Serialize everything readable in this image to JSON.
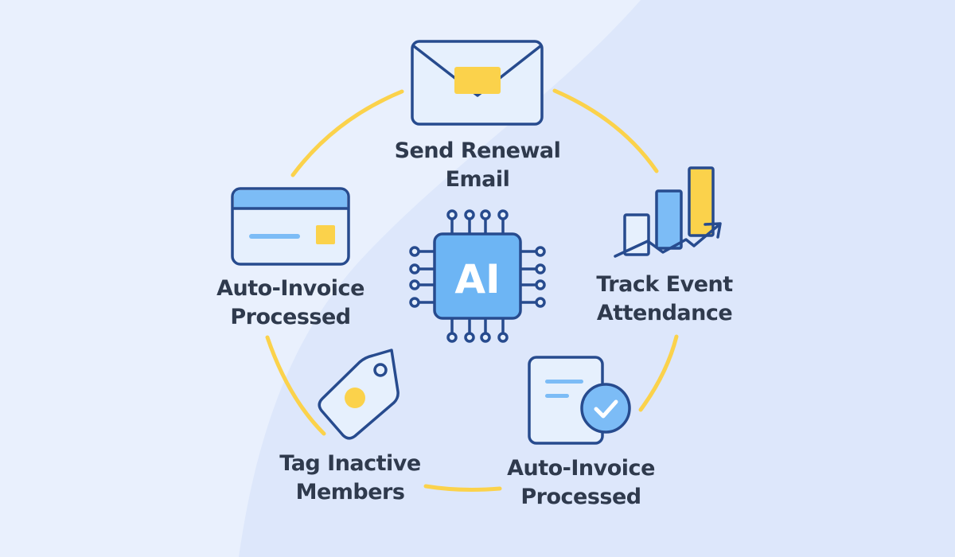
{
  "center": {
    "text": "AI",
    "icon": "ai-chip-icon"
  },
  "nodes": [
    {
      "id": "send-renewal-email",
      "icon": "envelope-icon",
      "lines": [
        "Send Renewal",
        "Email"
      ]
    },
    {
      "id": "track-event-attendance",
      "icon": "bar-chart-trend-icon",
      "lines": [
        "Track Event",
        "Attendance"
      ]
    },
    {
      "id": "auto-invoice-processed-right",
      "icon": "document-check-icon",
      "lines": [
        "Auto-Invoice",
        "Processed"
      ]
    },
    {
      "id": "tag-inactive-members",
      "icon": "tag-icon",
      "lines": [
        "Tag Inactive",
        "Members"
      ]
    },
    {
      "id": "auto-invoice-processed-left",
      "icon": "credit-card-icon",
      "lines": [
        "Auto-Invoice",
        "Processed"
      ]
    }
  ],
  "colors": {
    "background": "#e9f0fd",
    "background_shape": "#dde7fb",
    "outline": "#274b8e",
    "fill_light": "#e6f0fd",
    "fill_blue": "#7cbcf6",
    "chip_blue": "#6db5f4",
    "accent_yellow": "#fbd24b",
    "text": "#2f3a4d"
  }
}
